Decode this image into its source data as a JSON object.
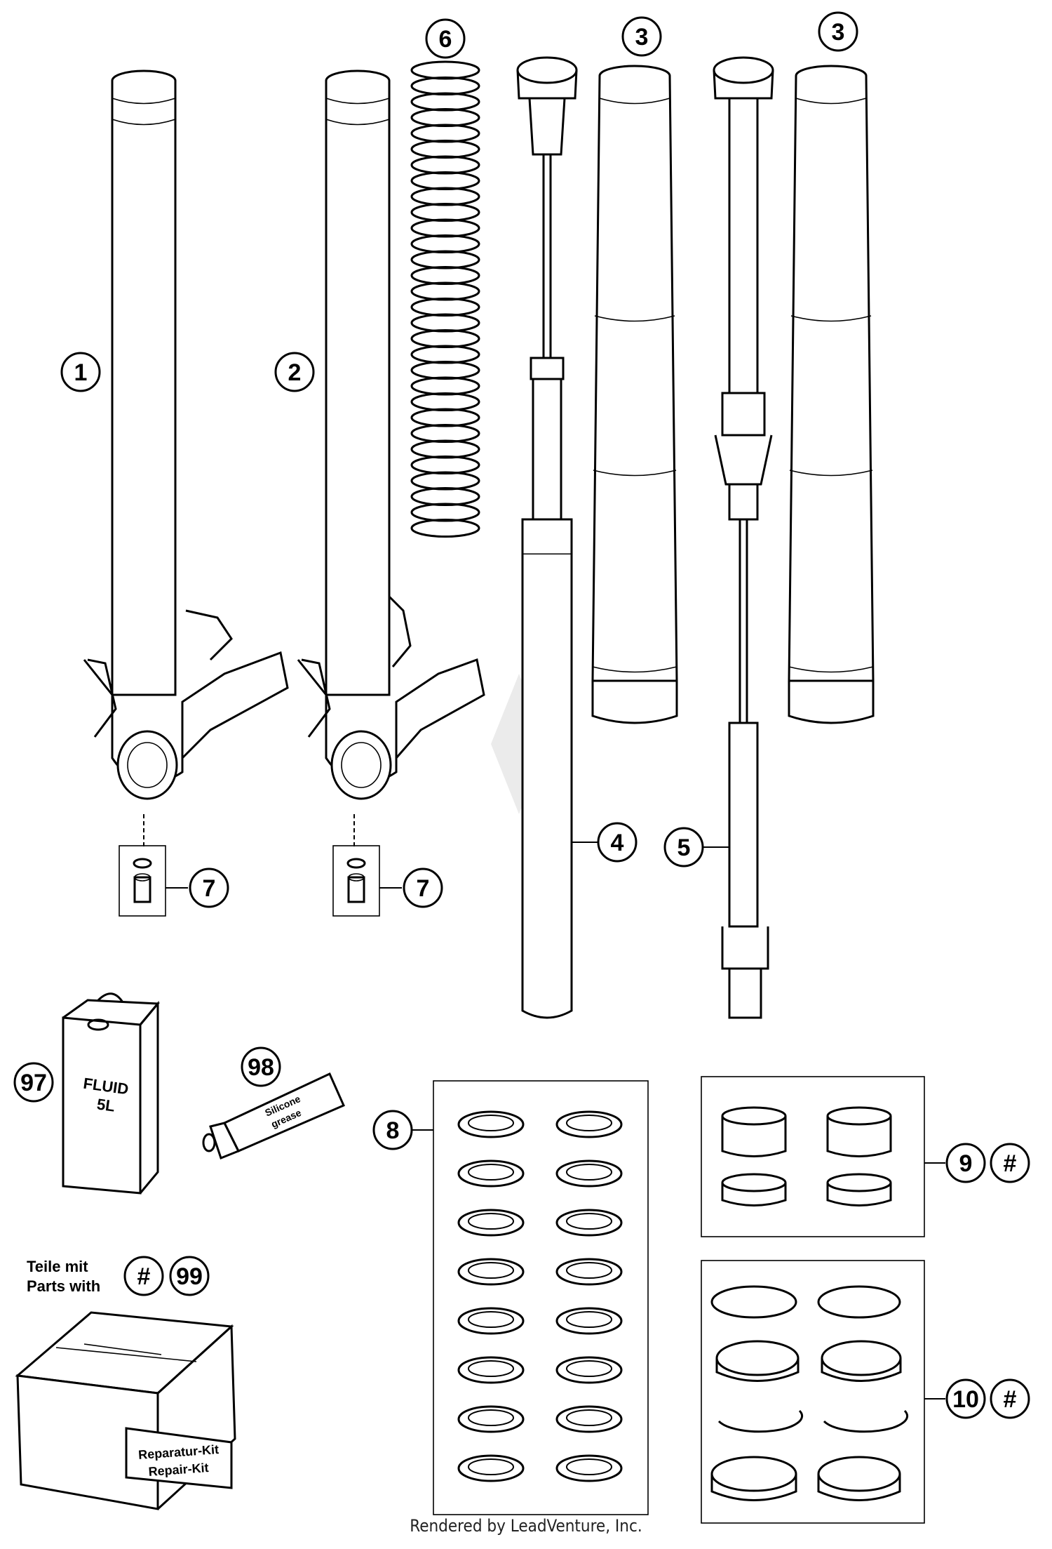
{
  "diagram": {
    "callouts": [
      {
        "id": "c1",
        "label": "1"
      },
      {
        "id": "c2",
        "label": "2"
      },
      {
        "id": "c3a",
        "label": "3"
      },
      {
        "id": "c3b",
        "label": "3"
      },
      {
        "id": "c4",
        "label": "4"
      },
      {
        "id": "c5",
        "label": "5"
      },
      {
        "id": "c6",
        "label": "6"
      },
      {
        "id": "c7a",
        "label": "7"
      },
      {
        "id": "c7b",
        "label": "7"
      },
      {
        "id": "c8",
        "label": "8"
      },
      {
        "id": "c9",
        "label": "9"
      },
      {
        "id": "c10",
        "label": "10"
      },
      {
        "id": "c97",
        "label": "97"
      },
      {
        "id": "c98",
        "label": "98"
      },
      {
        "id": "c99",
        "label": "99"
      }
    ],
    "kit_markers": {
      "c9": "#",
      "c10": "#",
      "c99": "#"
    },
    "legend_text": {
      "line1": "Teile mit",
      "line2": "Parts with"
    },
    "fluid_can": {
      "line1": "FLUID",
      "line2": "5L"
    },
    "grease_tube": {
      "line1": "Silicone",
      "line2": "grease"
    },
    "repair_kit_box": {
      "line1": "Reparatur-Kit",
      "line2": "Repair-Kit"
    }
  },
  "footer": "Rendered by LeadVenture, Inc."
}
